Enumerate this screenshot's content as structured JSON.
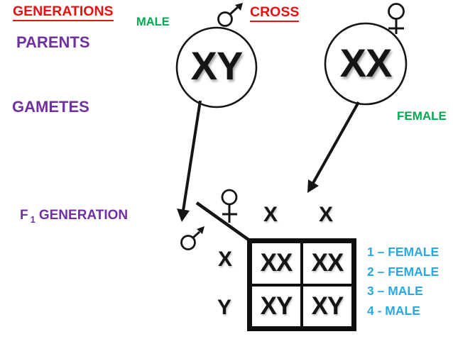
{
  "labels": {
    "generations": "GENERATIONS",
    "parents": "PARENTS",
    "gametes": "GAMETES",
    "male": "MALE",
    "cross": "CROSS",
    "female": "FEMALE",
    "f1_prefix": "F",
    "f1_sub": "1",
    "f1_rest": "GENERATION"
  },
  "parents": {
    "male_genotype": "XY",
    "female_genotype": "XX"
  },
  "punnett": {
    "col_headers": [
      "X",
      "X"
    ],
    "row_headers": [
      "X",
      "Y"
    ],
    "cells": [
      [
        "XX",
        "XX"
      ],
      [
        "XY",
        "XY"
      ]
    ]
  },
  "legend": {
    "items": [
      "1 – FEMALE",
      "2 – FEMALE",
      "3 – MALE",
      "4 - MALE"
    ]
  },
  "icons": {
    "male_symbol": "♂",
    "female_symbol": "♀"
  },
  "colors": {
    "red": "#e81010",
    "green": "#00a94f",
    "purple": "#7030a0",
    "blue": "#29a9e1",
    "ink": "#151515"
  }
}
